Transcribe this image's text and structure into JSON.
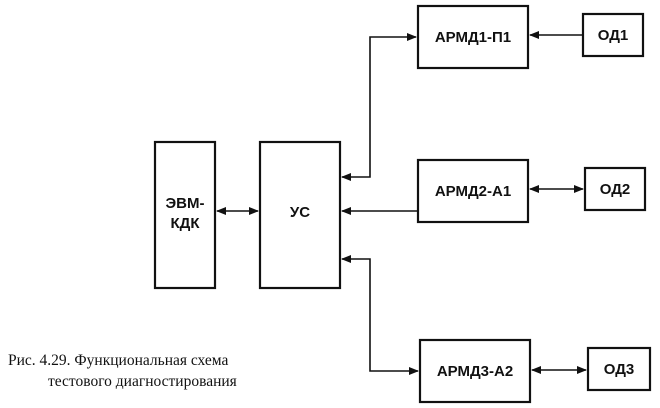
{
  "diagram": {
    "nodes": {
      "evm": {
        "line1": "ЭВМ-",
        "line2": "КДК"
      },
      "us": {
        "label": "УС"
      },
      "armd1": {
        "label": "АРМД1-П1"
      },
      "armd2": {
        "label": "АРМД2-А1"
      },
      "armd3": {
        "label": "АРМД3-А2"
      },
      "od1": {
        "label": "ОД1"
      },
      "od2": {
        "label": "ОД2"
      },
      "od3": {
        "label": "ОД3"
      }
    }
  },
  "caption": {
    "line1": "Рис. 4.29. Функциональная схема",
    "line2": "тестового диагностирования"
  }
}
